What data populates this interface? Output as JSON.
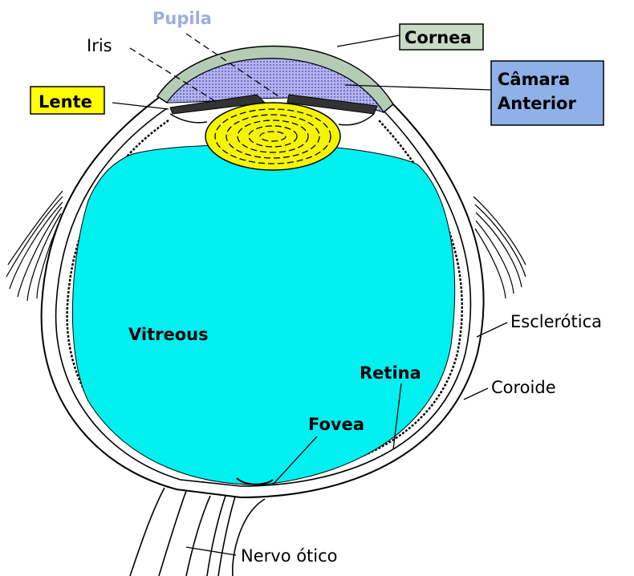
{
  "labels": {
    "pupila": "Pupila",
    "iris": "Iris",
    "lente": "Lente",
    "cornea": "Cornea",
    "camara_line1": "Câmara",
    "camara_line2": "Anterior",
    "vitreous": "Vitreous",
    "retina": "Retina",
    "fovea": "Fovea",
    "esclerotica": "Esclerótica",
    "coroide": "Coroide",
    "nervo_otico": "Nervo ótico"
  },
  "colors": {
    "vitreous": "#00f0f0",
    "lens": "#f5f500",
    "anterior_chamber": "#aaaaee",
    "cornea": "#b4ccb4",
    "cornea_box": "#c8dcc4",
    "camara_box": "#8fb0e8",
    "lente_box": "#ffff00",
    "pupila_text": "#9aaee0"
  }
}
